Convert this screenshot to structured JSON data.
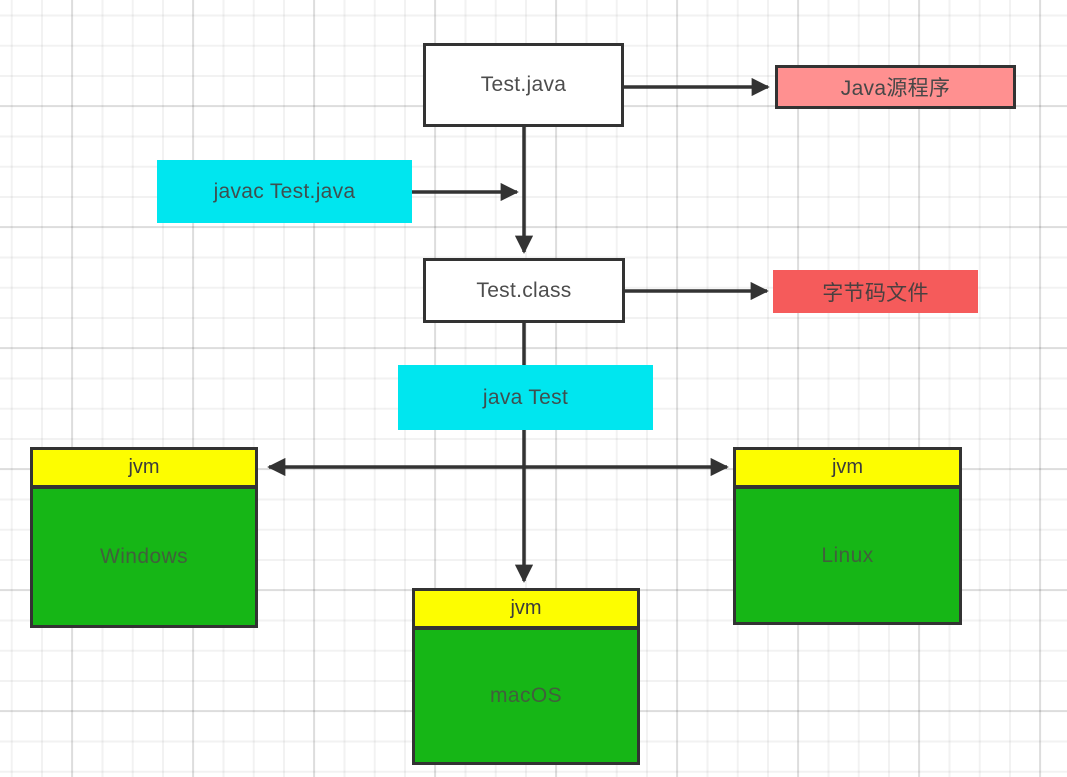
{
  "diagram": {
    "description": "Java source compile and cross-platform run flow",
    "nodes": {
      "test_java": {
        "label": "Test.java"
      },
      "java_source": {
        "label": "Java源程序"
      },
      "javac_cmd": {
        "label": "javac Test.java"
      },
      "test_class": {
        "label": "Test.class"
      },
      "bytecode": {
        "label": "字节码文件"
      },
      "java_cmd": {
        "label": "java Test"
      },
      "windows": {
        "header": "jvm",
        "label": "Windows"
      },
      "macos": {
        "header": "jvm",
        "label": "macOS"
      },
      "linux": {
        "header": "jvm",
        "label": "Linux"
      }
    },
    "colors": {
      "stroke": "#333333",
      "node_fill": "#ffffff",
      "cyan": "#00e6ef",
      "salmon": "#ff9090",
      "red": "#f55b5b",
      "yellow": "#fdfd00",
      "green": "#16b616"
    }
  }
}
